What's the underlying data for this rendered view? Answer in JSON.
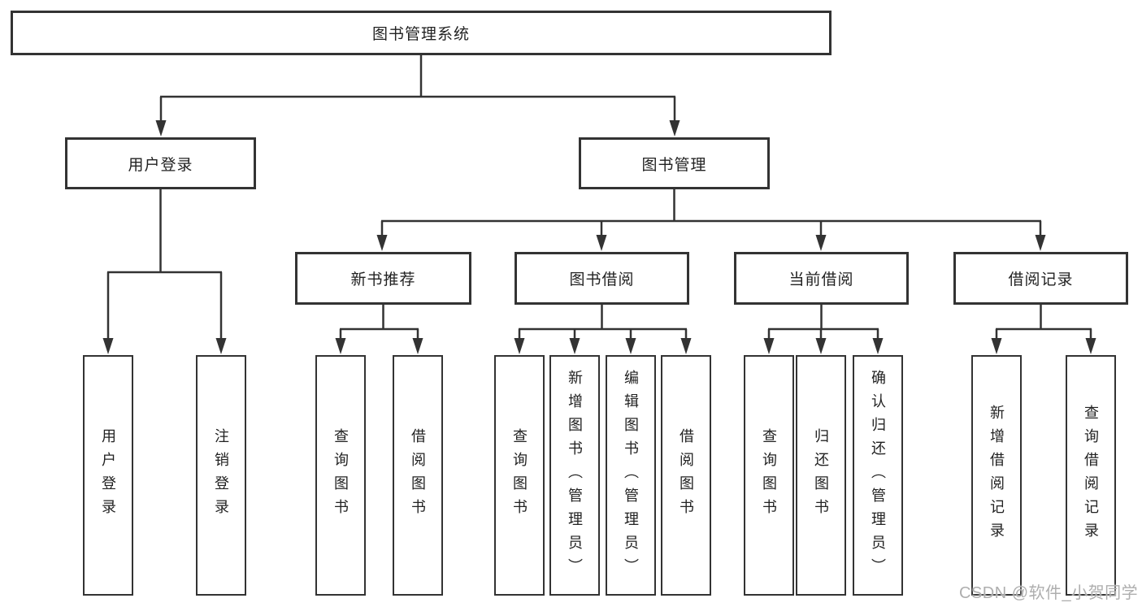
{
  "colors": {
    "line": "#333333",
    "box_border": "#333333",
    "box_fill": "#ffffff",
    "text": "#222222",
    "watermark": "#aeaeae"
  },
  "tree": {
    "root": "图书管理系统",
    "branches": [
      {
        "label": "用户登录",
        "children": [
          "用户登录",
          "注销登录"
        ]
      },
      {
        "label": "图书管理",
        "groups": [
          {
            "label": "新书推荐",
            "children": [
              "查询图书",
              "借阅图书"
            ]
          },
          {
            "label": "图书借阅",
            "children": [
              "查询图书",
              "新增图书（管理员）",
              "编辑图书（管理员）",
              "借阅图书"
            ]
          },
          {
            "label": "当前借阅",
            "children": [
              "查询图书",
              "归还图书",
              "确认归还（管理员）"
            ]
          },
          {
            "label": "借阅记录",
            "children": [
              "新增借阅记录",
              "查询借阅记录"
            ]
          }
        ]
      }
    ]
  },
  "watermark": {
    "text": "CSDN @软件_小贺同学"
  }
}
